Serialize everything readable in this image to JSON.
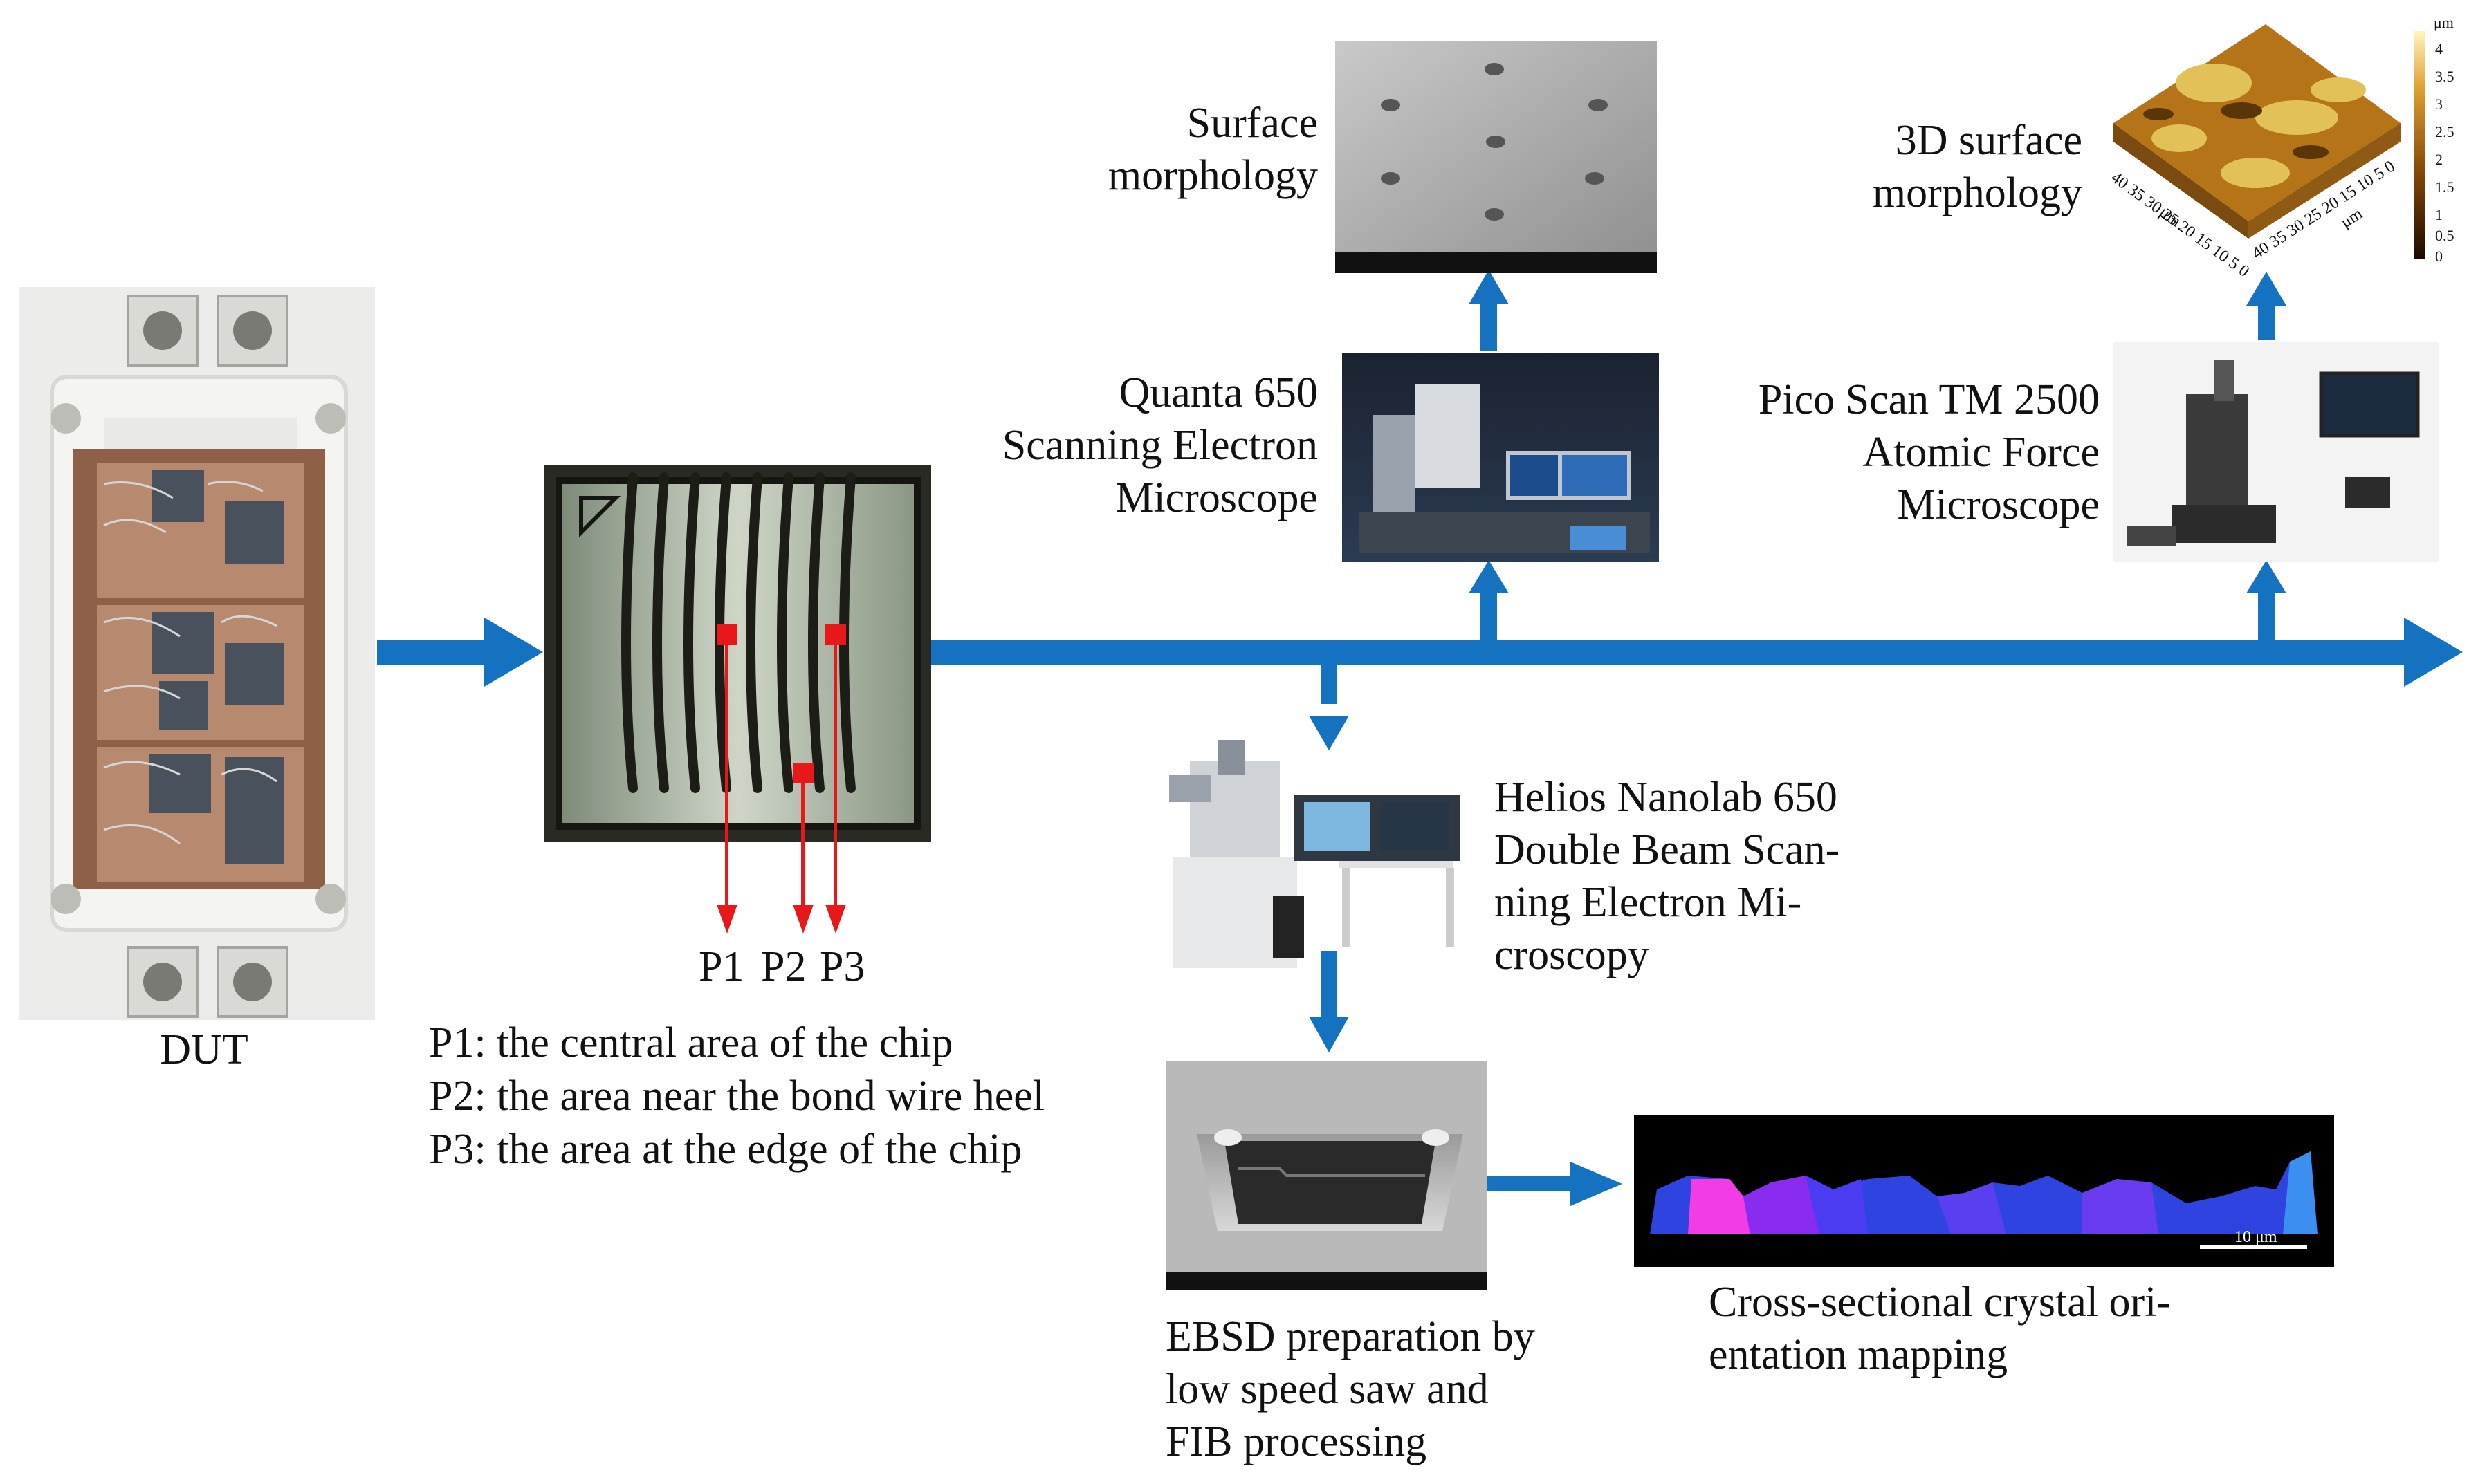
{
  "colors": {
    "flow_arrow": "#1572C1",
    "sample_arrow": "#E8181A",
    "text": "#111111"
  },
  "labels": {
    "dut": "DUT",
    "points": [
      "P1",
      "P2",
      "P3"
    ],
    "legend": [
      "P1: the central area of the chip",
      "P2: the area near the bond wire heel",
      "P3: the area at the edge of the chip"
    ],
    "surface_morphology": "Surface\nmorphology",
    "sem": "Quanta 650\nScanning Electron\nMicroscope",
    "surface_3d": "3D surface\nmorphology",
    "afm": "Pico Scan TM 2500\nAtomic Force\nMicroscope",
    "helios": "Helios Nanolab 650\nDouble Beam Scan-\nning Electron Mi-\ncroscopy",
    "ebsd_prep": "EBSD preparation by\nlow speed saw and\nFIB processing",
    "crystal_map": "Cross-sectional crystal ori-\nentation mapping"
  },
  "image_text": {
    "scale_bar": "10 μm",
    "afm_unit": "μm",
    "afm_colorbar_ticks": [
      "4",
      "3.5",
      "3",
      "2.5",
      "2",
      "1.5",
      "1",
      "0.5",
      "0"
    ],
    "afm_axis_ticks": "40 35 30 25 20 15 10 5 0",
    "afm_axis_unit": "μm"
  },
  "icons": {
    "dut_photo": "power-module-photo",
    "chip_photo": "chip-photo",
    "sem_surface": "sem-surface-image",
    "sem_instrument": "sem-instrument-photo",
    "afm_3d": "afm-3d-surface-image",
    "afm_instrument": "afm-instrument-photo",
    "fib_instrument": "fib-instrument-photo",
    "ebsd_sem": "fib-trench-sem-image",
    "ebsd_map": "ebsd-orientation-map"
  }
}
